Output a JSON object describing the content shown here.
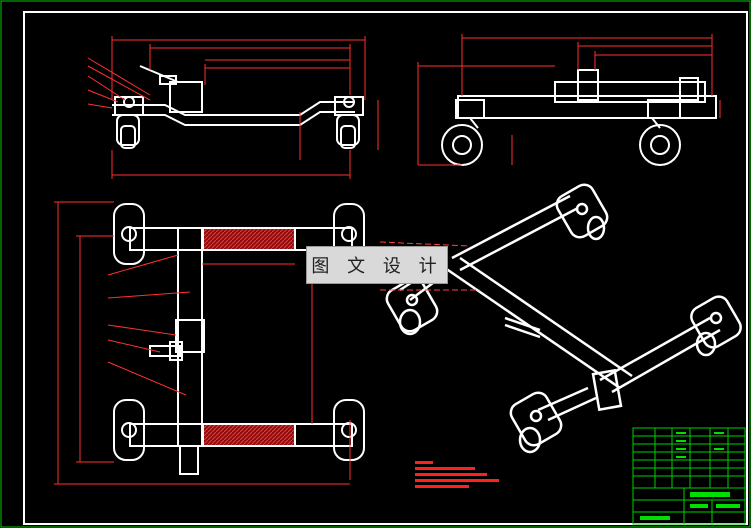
{
  "watermark": {
    "text": "图 文 设 计"
  },
  "colors": {
    "background": "#000000",
    "frame": "#ffffff",
    "outer_frame": "#00c800",
    "dimension": "#ff2a2a",
    "leader": "#ff4040",
    "hatch": "#ff3030",
    "titleblock": "#00d000",
    "centerline": "#ff5050"
  },
  "icons": [
    "wheel-dolly-part",
    "caster-wheel-icon",
    "leader-line"
  ]
}
